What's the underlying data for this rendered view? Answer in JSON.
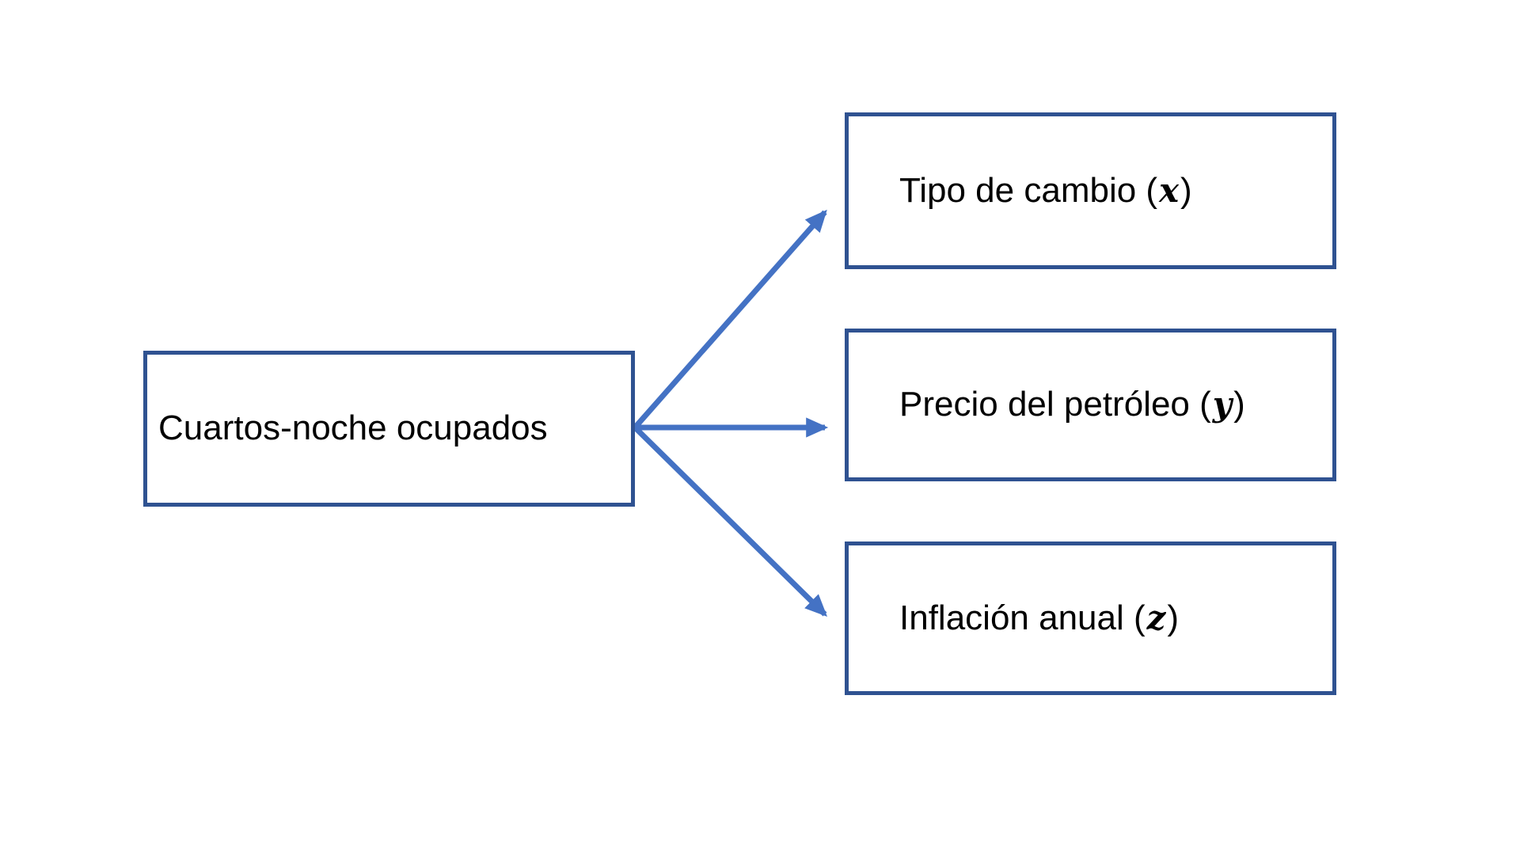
{
  "diagram": {
    "background": "#ffffff",
    "colors": {
      "box_border": "#2f5291",
      "arrow": "#4472c4",
      "text": "#000000",
      "box_fill": "#ffffff"
    },
    "source": {
      "label": "Cuartos-noche ocupados"
    },
    "targets": [
      {
        "prefix": "Tipo de cambio (",
        "variable": "x",
        "suffix": ")"
      },
      {
        "prefix": "Precio del petróleo (",
        "variable": "y",
        "suffix": ")"
      },
      {
        "prefix": "Inflación anual (",
        "variable": "z",
        "suffix": ")"
      }
    ],
    "connections": [
      {
        "from": "Cuartos-noche ocupados",
        "to": "Tipo de cambio (x)"
      },
      {
        "from": "Cuartos-noche ocupados",
        "to": "Precio del petróleo (y)"
      },
      {
        "from": "Cuartos-noche ocupados",
        "to": "Inflación anual (z)"
      }
    ]
  }
}
